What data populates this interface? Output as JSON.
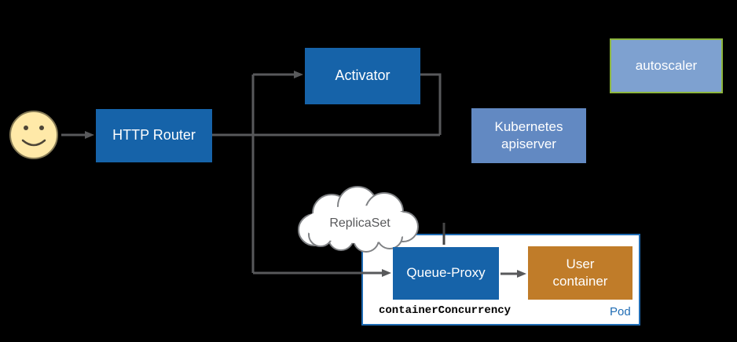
{
  "nodes": {
    "http_router": {
      "label": "HTTP Router"
    },
    "activator": {
      "label": "Activator"
    },
    "kubernetes_apiserver": {
      "label": "Kubernetes apiserver"
    },
    "autoscaler": {
      "label": "autoscaler"
    },
    "replicaset": {
      "label": "ReplicaSet"
    },
    "queue_proxy": {
      "label": "Queue-Proxy"
    },
    "user_container": {
      "label": "User container"
    },
    "pod": {
      "label": "Pod"
    },
    "container_concurrency": {
      "label": "containerConcurrency"
    }
  },
  "icons": {
    "user": "smiley-face-icon"
  },
  "colors": {
    "primary_blue": "#1663a9",
    "medium_blue": "#6289c2",
    "light_blue": "#7ea1d0",
    "green_border": "#8db63e",
    "orange": "#c07c29",
    "pod_border_blue": "#1f6cb4",
    "arrow_gray": "#58595b",
    "cloud_outline_gray": "#808285",
    "smiley_yellow": "#ffe9a8",
    "background": "#000000",
    "pod_background": "#ffffff"
  }
}
